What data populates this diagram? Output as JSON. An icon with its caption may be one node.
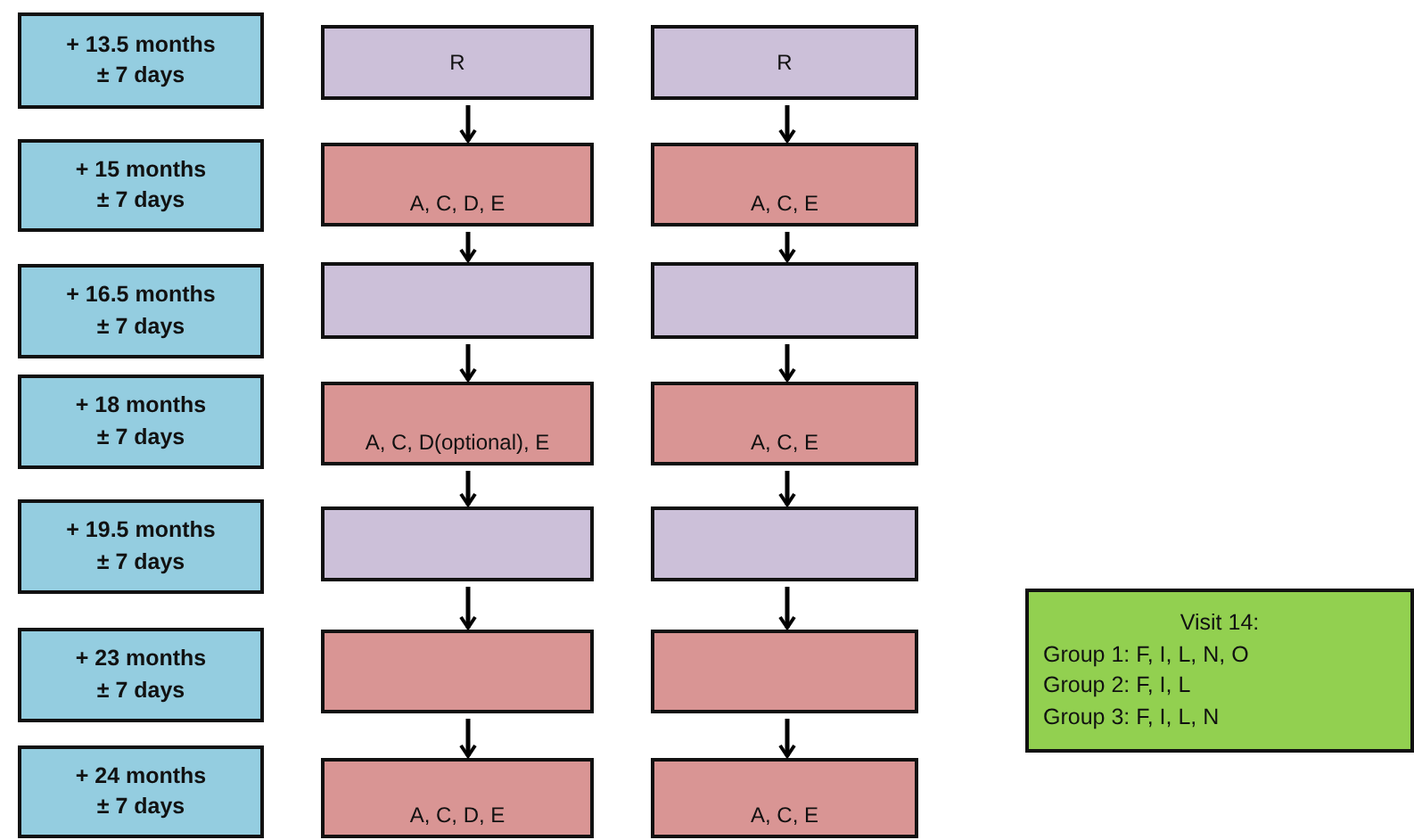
{
  "diagram": {
    "nodes": [
      {
        "text": [
          "+ 13.5 months",
          "± 7 days"
        ]
      },
      {
        "text": [
          "R"
        ]
      },
      {
        "text": [
          "R"
        ]
      },
      {
        "text": [
          "+ 15 months",
          "± 7 days"
        ]
      },
      {
        "text": [
          "A, C, D, E"
        ]
      },
      {
        "text": [
          "A, C, E"
        ]
      },
      {
        "text": [
          "+ 16.5 months",
          "± 7 days"
        ]
      },
      {
        "text": [],
        "shape": "box"
      },
      {
        "text": [],
        "shape": "box"
      },
      {
        "text": [
          "+ 18 months",
          "± 7 days"
        ]
      },
      {
        "text": [
          "A, C, D(optional), E"
        ]
      },
      {
        "text": [
          "A, C, E"
        ]
      },
      {
        "text": [
          "+ 19.5 months",
          "± 7 days"
        ]
      },
      {
        "text": [],
        "shape": "box"
      },
      {
        "text": [],
        "shape": "box"
      },
      {
        "text": [
          "+ 23 months",
          "± 7 days"
        ]
      },
      {
        "text": [],
        "shape": "box"
      },
      {
        "text": [],
        "shape": "box"
      },
      {
        "text": [
          "+ 24 months",
          "± 7 days"
        ]
      },
      {
        "text": [
          "A, C, D, E"
        ]
      },
      {
        "text": [
          "A, C, E"
        ]
      },
      {
        "text": [
          "Visit 14:",
          "Group 1: F, I, L, N, O",
          "Group 2: F, I, L",
          "Group 3: F, I, L, N"
        ]
      }
    ],
    "edges": [
      {
        "from": 1,
        "to": 4,
        "arrow": "to"
      },
      {
        "from": 4,
        "to": 7,
        "arrow": "to"
      },
      {
        "from": 7,
        "to": 10,
        "arrow": "to"
      },
      {
        "from": 10,
        "to": 13,
        "arrow": "to"
      },
      {
        "from": 13,
        "to": 16,
        "arrow": "to"
      },
      {
        "from": 16,
        "to": 19,
        "arrow": "to"
      },
      {
        "from": 2,
        "to": 5,
        "arrow": "to"
      },
      {
        "from": 5,
        "to": 8,
        "arrow": "to"
      },
      {
        "from": 8,
        "to": 11,
        "arrow": "to"
      },
      {
        "from": 11,
        "to": 14,
        "arrow": "to"
      },
      {
        "from": 14,
        "to": 17,
        "arrow": "to"
      },
      {
        "from": 17,
        "to": 20,
        "arrow": "to"
      }
    ]
  }
}
